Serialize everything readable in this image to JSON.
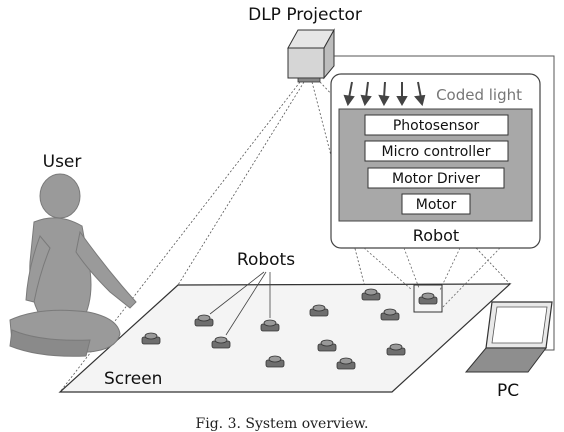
{
  "labels": {
    "projector": "DLP Projector",
    "user": "User",
    "robots": "Robots",
    "screen": "Screen",
    "pc": "PC",
    "coded_light": "Coded light",
    "robot_title": "Robot",
    "caption": "Fig. 3.  System overview."
  },
  "robot_components": [
    "Photosensor",
    "Micro controller",
    "Motor Driver",
    "Motor"
  ],
  "colors": {
    "stroke": "#333333",
    "panel_fill": "#a8a8a8",
    "figure_fill": "#9a9a9a",
    "puck": "#6e6e6e"
  }
}
